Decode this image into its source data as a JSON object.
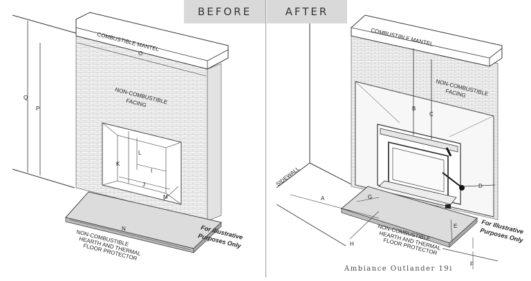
{
  "header": {
    "before_label": "BEFORE",
    "after_label": "AFTER"
  },
  "before": {
    "mantel_label": "COMBUSTIBLE MANTEL",
    "facing_label_line1": "NON-COMBUSTIBLE",
    "facing_label_line2": "FACING",
    "hearth_line1": "NON-COMBUSTIBLE",
    "hearth_line2": "HEARTH AND THERMAL",
    "hearth_line3": "FLOOR PROTECTOR",
    "note_line1": "For Illustrative",
    "note_line2": "Purposes Only",
    "dims": {
      "O": "O",
      "P": "P",
      "Q": "Q",
      "K": "K",
      "L": "L",
      "I": "I",
      "J": "J",
      "M": "M",
      "N": "N"
    }
  },
  "after": {
    "mantel_label": "COMBUSTIBLE MANTEL",
    "facing_label_line1": "NON-COMBUSTIBLE",
    "facing_label_line2": "FACING",
    "sidewall_label": "SIDEWALL",
    "hearth_line1": "NON-COMBUSTIBLE",
    "hearth_line2": "HEARTH AND THERMAL",
    "hearth_line3": "FLOOR PROTECTOR",
    "note_line1": "For Illustrative",
    "note_line2": "Purposes Only",
    "dims": {
      "A": "A",
      "B": "B",
      "C": "C",
      "D": "D",
      "E": "E",
      "F": "F",
      "G": "G",
      "H": "H"
    }
  },
  "caption": "Ambiance Outlander 19i"
}
